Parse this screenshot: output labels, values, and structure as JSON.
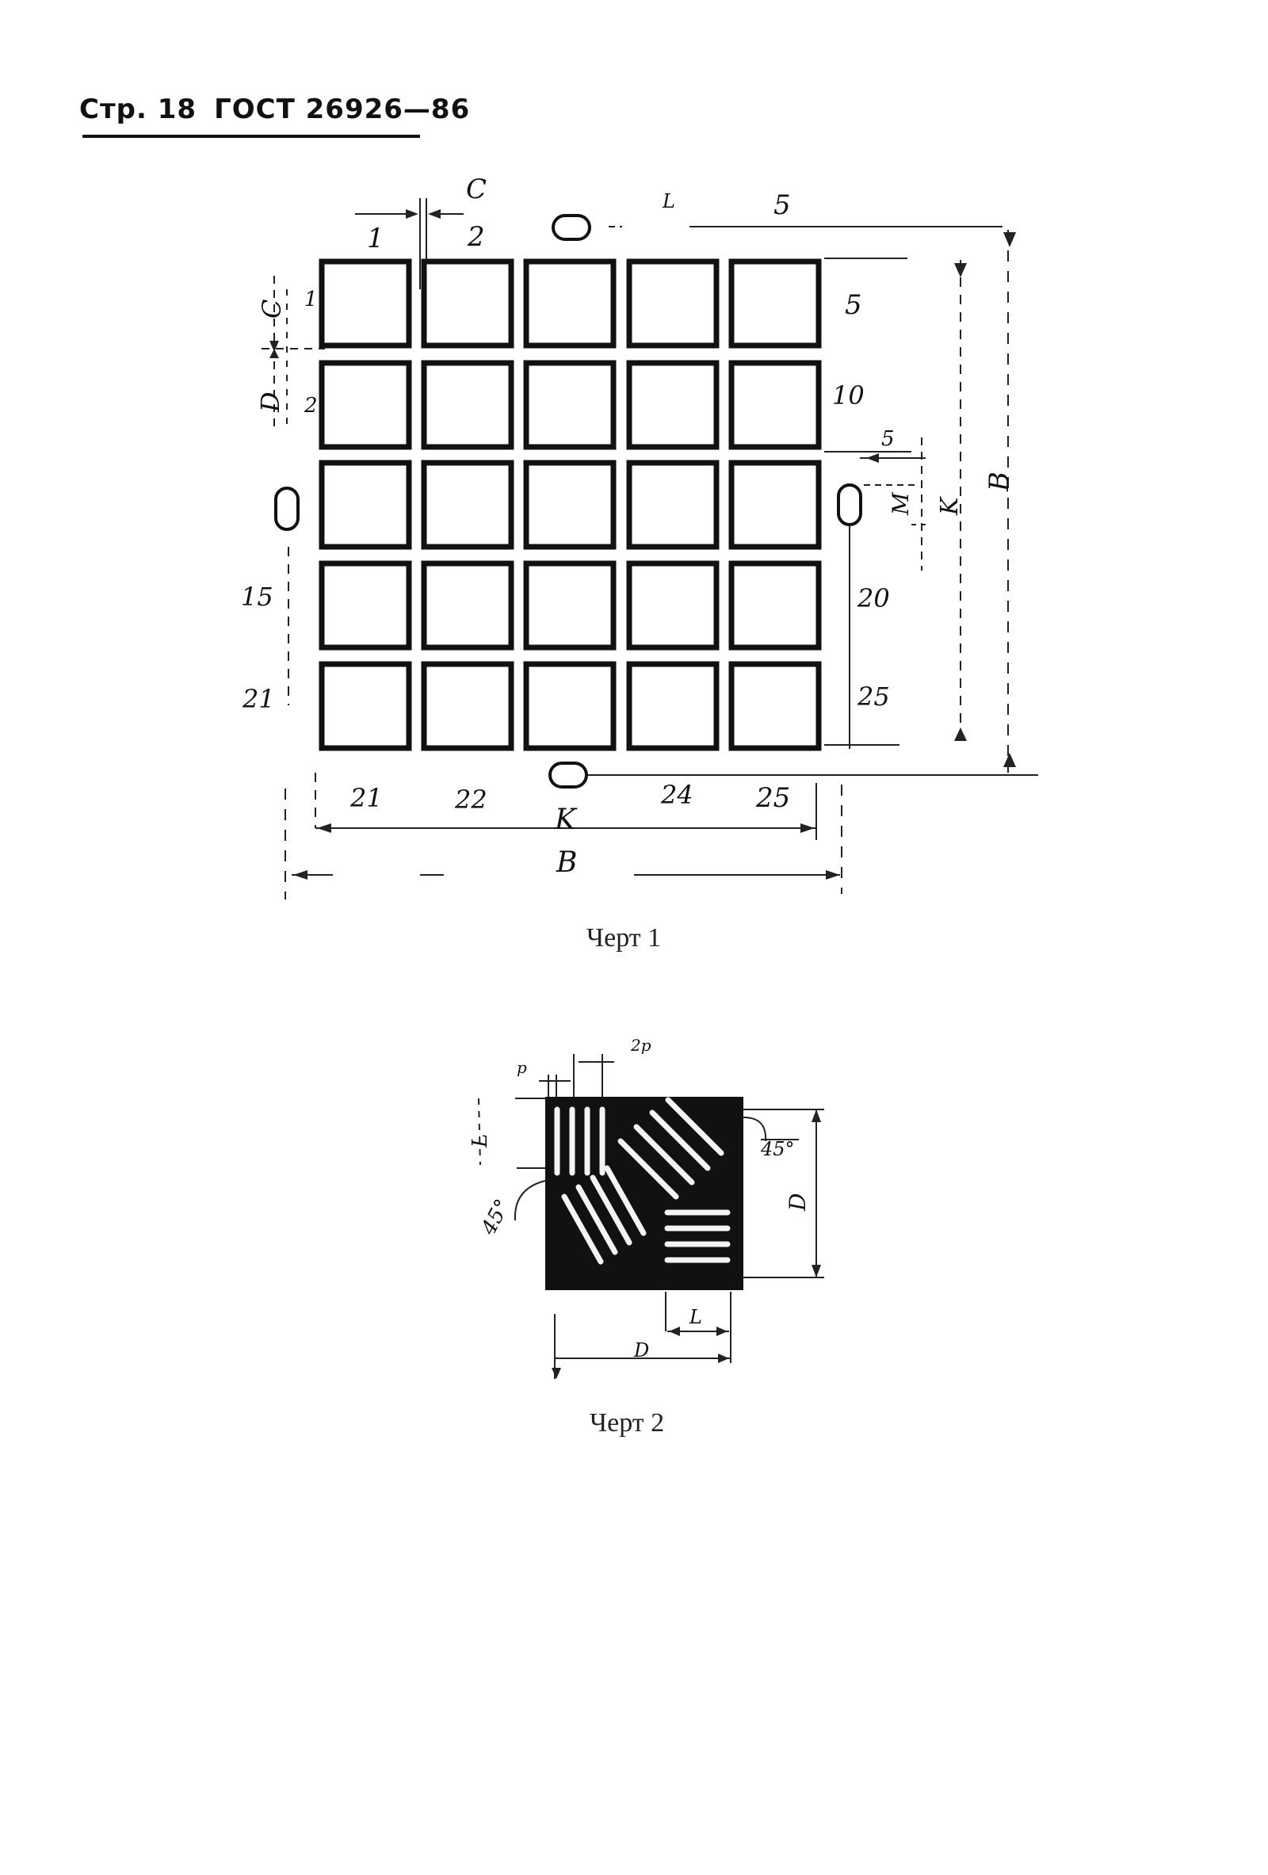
{
  "page": {
    "header": {
      "page_ref": "Стр. 18",
      "standard": "ГОСТ 26926—86"
    }
  },
  "figure1": {
    "caption": "Черт 1",
    "top_numbers": [
      "1",
      "2",
      "5"
    ],
    "top_letters": [
      "C",
      "L"
    ],
    "right_numbers": [
      "5",
      "10",
      "20",
      "25"
    ],
    "left_numbers": [
      "1",
      "2",
      "15",
      "21"
    ],
    "left_letters": [
      "C",
      "D"
    ],
    "bottom_numbers": [
      "21",
      "22",
      "24",
      "25"
    ],
    "dim_letters": {
      "k": "K",
      "b": "B",
      "m": "M",
      "s": "5"
    }
  },
  "figure2": {
    "caption": "Черт 2",
    "labels": {
      "p": "p",
      "two_p": "2p",
      "l": "L",
      "d": "D",
      "angle": "45°"
    }
  }
}
